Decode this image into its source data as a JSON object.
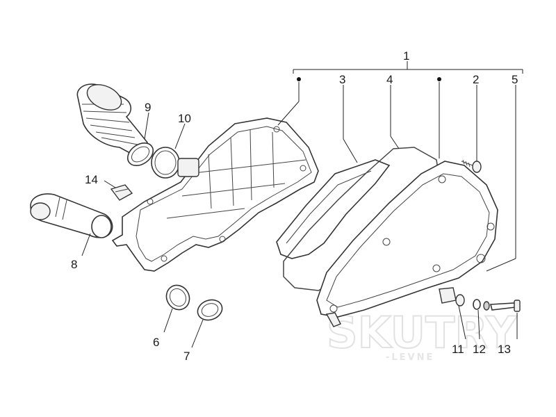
{
  "callouts": {
    "c1": "1",
    "c2": "2",
    "c3": "3",
    "c4": "4",
    "c5": "5",
    "c6": "6",
    "c7": "7",
    "c8": "8",
    "c9": "9",
    "c10": "10",
    "c11": "11",
    "c12": "12",
    "c13": "13",
    "c14": "14"
  },
  "watermark": {
    "brand": "SKUTRY",
    "sub": "-LEVNE"
  },
  "colors": {
    "line": "#333333",
    "watermark": "#e2e2e2"
  }
}
